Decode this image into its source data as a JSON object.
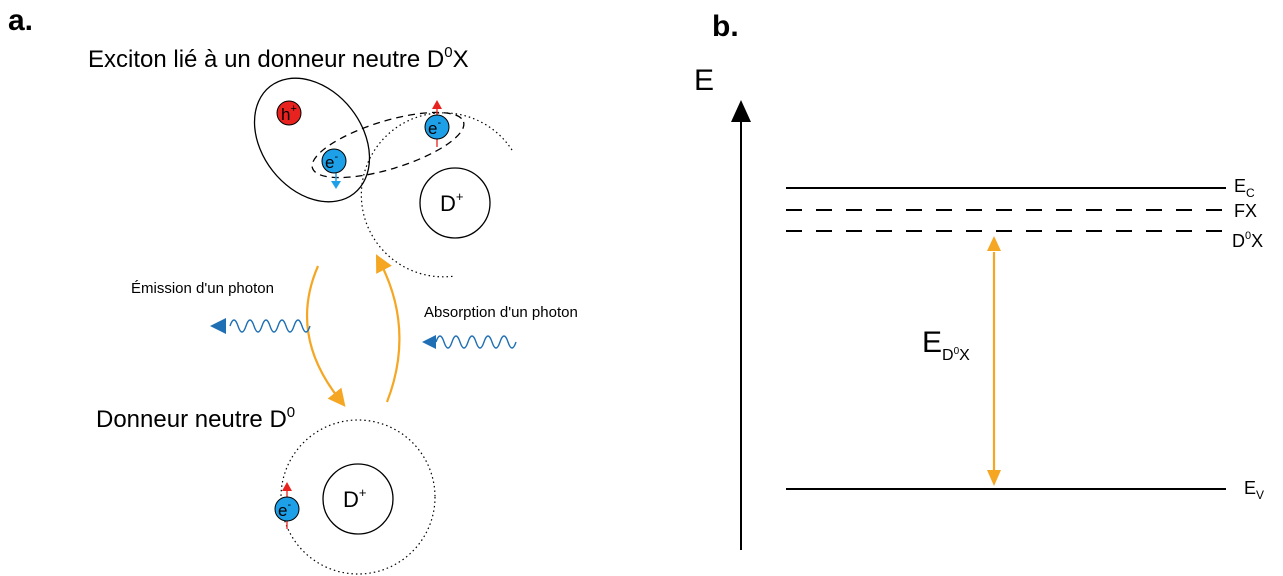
{
  "panel_a": {
    "label": "a.",
    "title_text": "Exciton lié à un donneur neutre D",
    "title_sup": "0",
    "title_tail": "X",
    "hole_base": "h",
    "hole_sup": "+",
    "electron_base": "e",
    "electron_sup": "-",
    "donor_ion_base": "D",
    "donor_ion_sup": "+",
    "emission_label": "Émission d'un photon",
    "absorption_label": "Absorption d'un photon",
    "neutral_donor_text": "Donneur neutre D",
    "neutral_donor_sup": "0"
  },
  "panel_b": {
    "label": "b.",
    "axis_label": "E",
    "level_ec_base": "E",
    "level_ec_sub": "C",
    "level_fx": "FX",
    "level_d0x_base": "D",
    "level_d0x_sup": "0",
    "level_d0x_tail": "X",
    "energy_base": "E",
    "energy_sub_base": "D",
    "energy_sub_sup": "0",
    "energy_sub_tail": "X",
    "level_ev_base": "E",
    "level_ev_sub": "V"
  },
  "colors": {
    "hole": "#e8231f",
    "electron": "#1ea0e8",
    "photon": "#1f6fb4",
    "transition": "#f5a623",
    "spin_up": "#e8231f",
    "spin_down": "#1ea0e8"
  }
}
